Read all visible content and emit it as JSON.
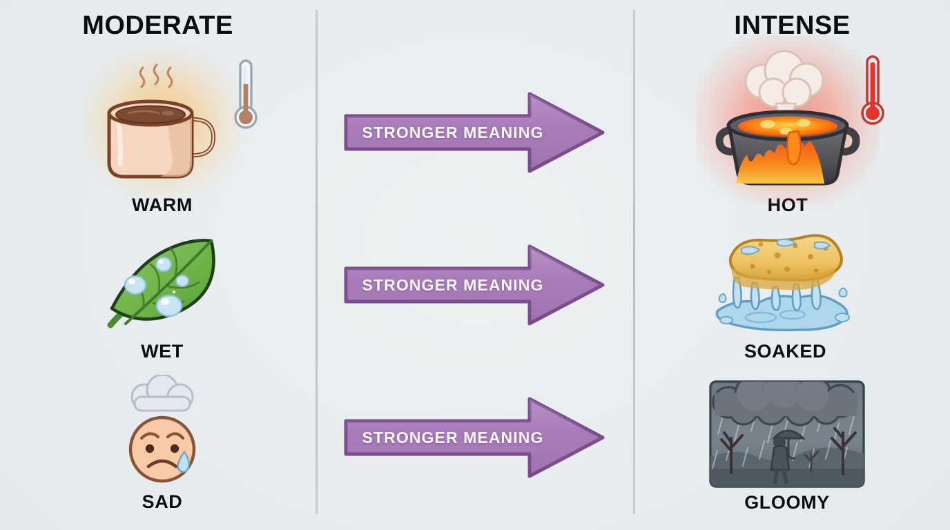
{
  "background_color": "#e8edee",
  "columns": {
    "left_header": "MODERATE",
    "right_header": "INTENSE"
  },
  "arrow": {
    "label": "STRONGER MEANING",
    "fill_color": "#a678b8",
    "border_color": "#7a4d8f",
    "text_color": "#ffffff"
  },
  "rows": [
    {
      "moderate_label": "WARM",
      "intense_label": "HOT",
      "arrow_label": "STRONGER MEANING",
      "moderate_icon": "steaming-coffee-mug-icon",
      "moderate_side_icon": "thermometer-medium-icon",
      "intense_icon": "boiling-lava-pot-icon",
      "intense_side_icon": "thermometer-hot-icon",
      "moderate_glow_color": "#ffaa3c",
      "intense_glow_color": "#ff3c28"
    },
    {
      "moderate_label": "WET",
      "intense_label": "SOAKED",
      "arrow_label": "STRONGER MEANING",
      "moderate_icon": "dewy-leaf-icon",
      "intense_icon": "dripping-sponge-puddle-icon"
    },
    {
      "moderate_label": "SAD",
      "intense_label": "GLOOMY",
      "arrow_label": "STRONGER MEANING",
      "moderate_icon": "sad-face-with-cloud-icon",
      "intense_icon": "rainy-gloomy-scene-icon"
    }
  ]
}
